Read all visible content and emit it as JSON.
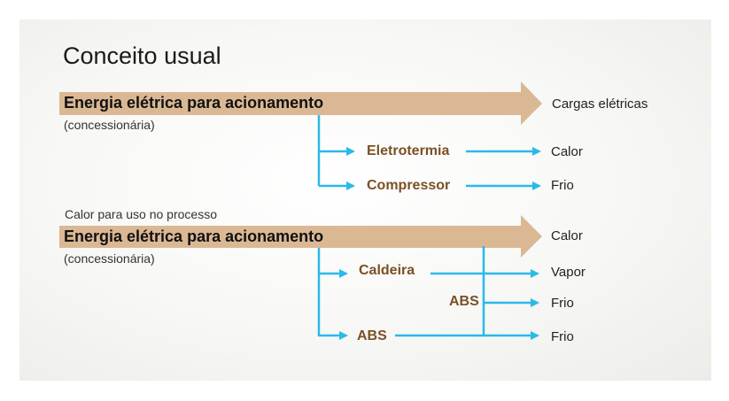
{
  "title": "Conceito usual",
  "section1": {
    "main_arrow_label": "Energia elétrica para acionamento",
    "main_arrow_sub": "(concessionária)",
    "main_output": "Cargas elétricas",
    "branches": [
      {
        "process": "Eletrotermia",
        "output": "Calor"
      },
      {
        "process": "Compressor",
        "output": "Frio"
      }
    ]
  },
  "section2": {
    "heading": "Calor para uso no processo",
    "main_arrow_label": "Energia elétrica para acionamento",
    "main_arrow_sub": "(concessionária)",
    "main_output": "Calor",
    "branches": [
      {
        "process": "Caldeira",
        "output": "Vapor"
      },
      {
        "process": "ABS",
        "output": "Frio"
      },
      {
        "process": "ABS",
        "output": "Frio"
      }
    ]
  },
  "colors": {
    "main_arrow": "#dbb894",
    "connector": "#2bb9ea",
    "process_text": "#7a5124"
  }
}
